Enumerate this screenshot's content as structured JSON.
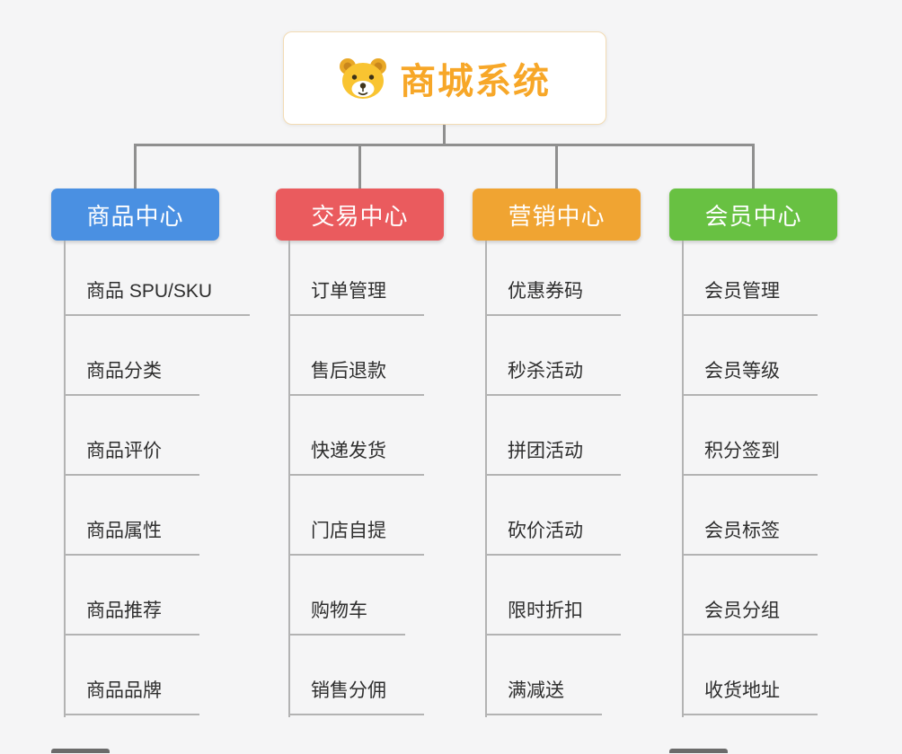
{
  "root": {
    "title": "商城系统",
    "icon": "dog-icon",
    "title_color": "#f7a728"
  },
  "branches": [
    {
      "label": "商品中心",
      "color": "#4a90e2",
      "items": [
        "商品 SPU/SKU",
        "商品分类",
        "商品评价",
        "商品属性",
        "商品推荐",
        "商品品牌"
      ]
    },
    {
      "label": "交易中心",
      "color": "#ea5b5e",
      "items": [
        "订单管理",
        "售后退款",
        "快递发货",
        "门店自提",
        "购物车",
        "销售分佣"
      ]
    },
    {
      "label": "营销中心",
      "color": "#f0a432",
      "items": [
        "优惠券码",
        "秒杀活动",
        "拼团活动",
        "砍价活动",
        "限时折扣",
        "满减送"
      ]
    },
    {
      "label": "会员中心",
      "color": "#68c142",
      "items": [
        "会员管理",
        "会员等级",
        "积分签到",
        "会员标签",
        "会员分组",
        "收货地址"
      ]
    }
  ]
}
